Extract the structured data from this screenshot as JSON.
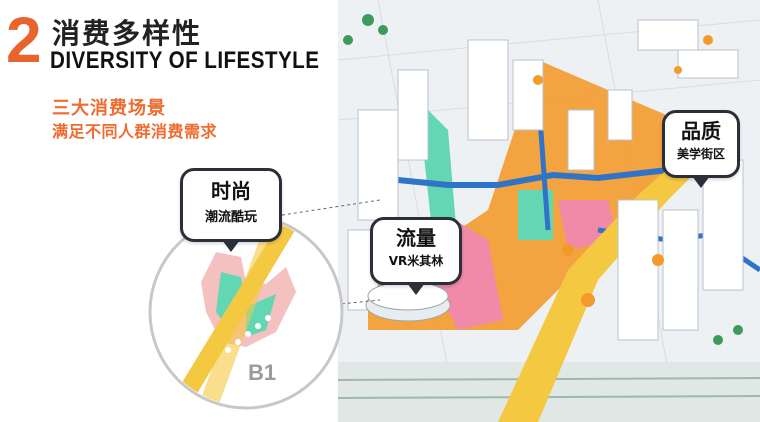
{
  "header": {
    "number": "2",
    "title_cn": "消费多样性",
    "title_en": "DIVERSITY OF LIFESTYLE"
  },
  "subtitle": {
    "line1": "三大消费场景",
    "line2": "满足不同人群消费需求"
  },
  "callouts": {
    "fashion": {
      "title": "时尚",
      "desc": "潮流酷玩"
    },
    "flow": {
      "title": "流量",
      "desc": "VR米其林"
    },
    "quality": {
      "title": "品质",
      "desc": "美学街区"
    }
  },
  "inset": {
    "level_label": "B1"
  },
  "colors": {
    "accent": "#e8642c",
    "path_yellow": "#f5c842",
    "plaza_green": "#63d6b4",
    "pink": "#f08aa8",
    "blue": "#2f74c8",
    "orange_trees": "#f39a2b"
  }
}
